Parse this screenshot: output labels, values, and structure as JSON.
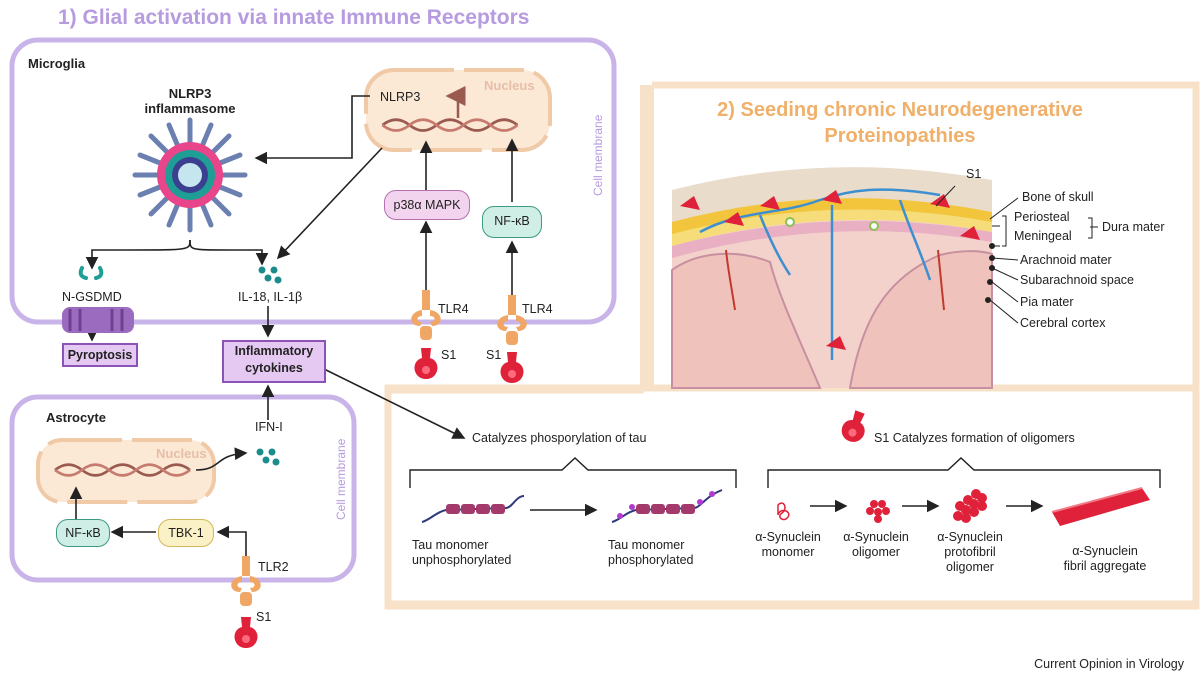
{
  "section1": {
    "title": "1) Glial activation via innate Immune Receptors",
    "microglia": {
      "label": "Microglia",
      "membrane_label": "Cell membrane",
      "nucleus_label": "Nucleus",
      "inflammasome_line1": "NLRP3",
      "inflammasome_line2": "inflammasome",
      "nlrp3_label": "NLRP3",
      "p38_label": "p38α MAPK",
      "nfkb_label": "NF-κB",
      "tlr4_left": "TLR4",
      "tlr4_right": "TLR4",
      "s1_left": "S1",
      "s1_right": "S1",
      "ngsdmd_label": "N-GSDMD",
      "il_label": "IL-18, IL-1β",
      "pyroptosis_label": "Pyroptosis"
    },
    "cytokines_line1": "Inflammatory",
    "cytokines_line2": "cytokines",
    "astrocyte": {
      "label": "Astrocyte",
      "membrane_label": "Cell membrane",
      "nucleus_label": "Nucleus",
      "ifn_label": "IFN-I",
      "nfkb_label": "NF-κB",
      "tbk_label": "TBK-1",
      "tlr2_label": "TLR2",
      "s1_label": "S1"
    }
  },
  "section2": {
    "title_line1": "2) Seeding chronic Neurodegenerative",
    "title_line2": "Proteinopathies",
    "meninges": {
      "s1_label": "S1",
      "bone": "Bone of skull",
      "periosteal": "Periosteal",
      "meningeal": "Meningeal",
      "dura": "Dura mater",
      "arachnoid": "Arachnoid mater",
      "subarachnoid": "Subarachnoid space",
      "pia": "Pia mater",
      "cortex": "Cerebral cortex"
    },
    "tau": {
      "heading": "Catalyzes phosporylation of tau",
      "unphos_line1": "Tau monomer",
      "unphos_line2": "unphosphorylated",
      "phos_line1": "Tau monomer",
      "phos_line2": "phosphorylated"
    },
    "synuclein": {
      "heading": "S1 Catalyzes formation of oligomers",
      "monomer_line1": "α-Synuclein",
      "monomer_line2": "monomer",
      "oligomer_line1": "α-Synuclein",
      "oligomer_line2": "oligomer",
      "proto_line1": "α-Synuclein",
      "proto_line2": "protofibril",
      "proto_line3": "oligomer",
      "fibril_line1": "α-Synuclein",
      "fibril_line2": "fibril aggregate"
    }
  },
  "footer": "Current Opinion in Virology",
  "colors": {
    "title1": "#b79be0",
    "title2": "#f0b06a",
    "membrane": "#c8b4e8",
    "spike": "#e0213a",
    "cytokine_box": "#e5c9f2",
    "p38_pill": "#f3d4ee",
    "nfkb_pill": "#cfeee6",
    "tbk_pill": "#fbf1c6"
  },
  "icons": [
    "nlrp3-inflammasome-icon",
    "dna-icon",
    "tlr-receptor-icon",
    "s1-spike-icon",
    "cytokine-dots-icon",
    "gasdermin-pore-icon",
    "tau-chain-icon",
    "synuclein-aggregate-icon",
    "meninges-illustration"
  ]
}
